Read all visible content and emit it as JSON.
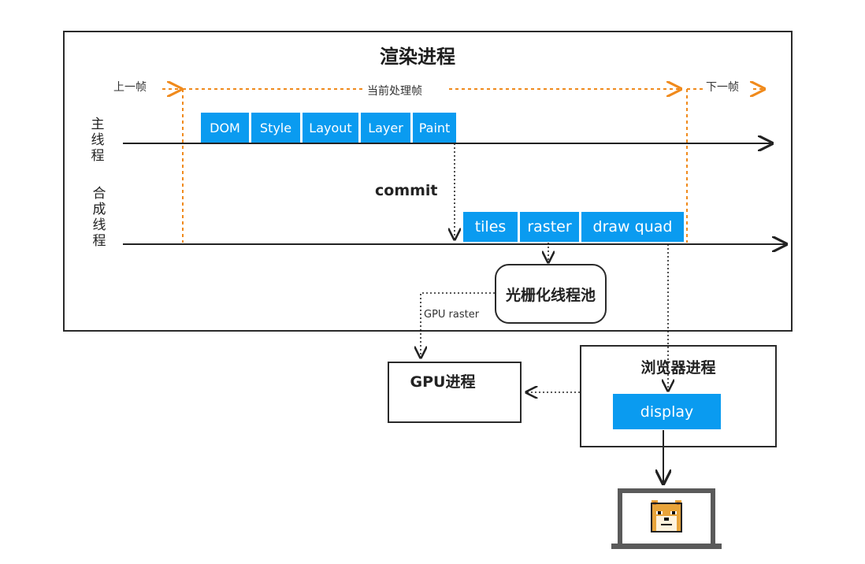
{
  "title": "渲染进程",
  "frames": {
    "prev": "上一帧",
    "current": "当前处理帧",
    "next": "下一帧"
  },
  "threads": {
    "main": "主线程",
    "compositor": "合成线程"
  },
  "main_stages": [
    "DOM",
    "Style",
    "Layout",
    "Layer",
    "Paint"
  ],
  "commit_label": "commit",
  "compositor_stages": [
    "tiles",
    "raster",
    "draw quad"
  ],
  "raster_pool": "光栅化线程池",
  "gpu_raster_label": "GPU raster",
  "gpu_process": "GPU进程",
  "browser_process": "浏览器进程",
  "display": "display",
  "colors": {
    "stage_blue": "#0a9bf0",
    "frame_orange": "#f08a1c",
    "line": "#222222"
  },
  "icons": [
    "doge-icon",
    "monitor-icon"
  ]
}
